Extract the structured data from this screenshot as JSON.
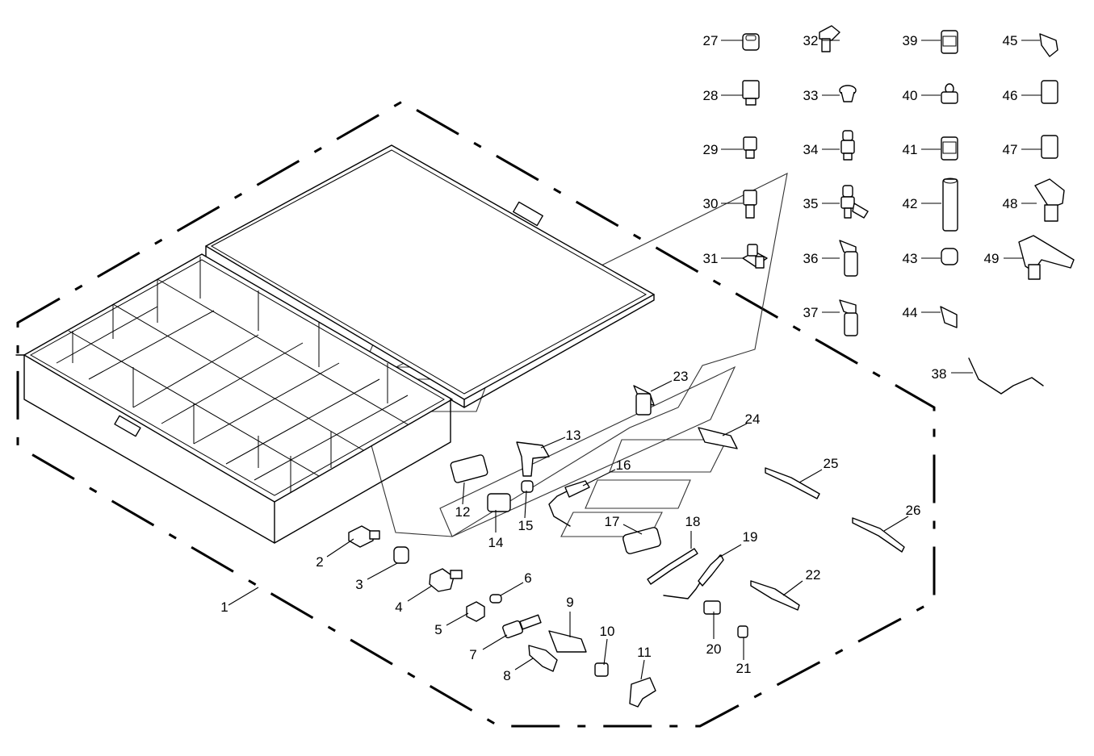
{
  "callouts": [
    "1",
    "2",
    "3",
    "4",
    "5",
    "6",
    "7",
    "8",
    "9",
    "10",
    "11",
    "12",
    "13",
    "14",
    "15",
    "16",
    "17",
    "18",
    "19",
    "20",
    "21",
    "22",
    "23",
    "24",
    "25",
    "26",
    "27",
    "28",
    "29",
    "30",
    "31",
    "32",
    "33",
    "34",
    "35",
    "36",
    "37",
    "38",
    "39",
    "40",
    "41",
    "42",
    "43",
    "44",
    "45",
    "46",
    "47",
    "48",
    "49"
  ],
  "icons": {
    "kit_box": "parts-box-icon",
    "fittings": "hydraulic-fitting-icon"
  }
}
